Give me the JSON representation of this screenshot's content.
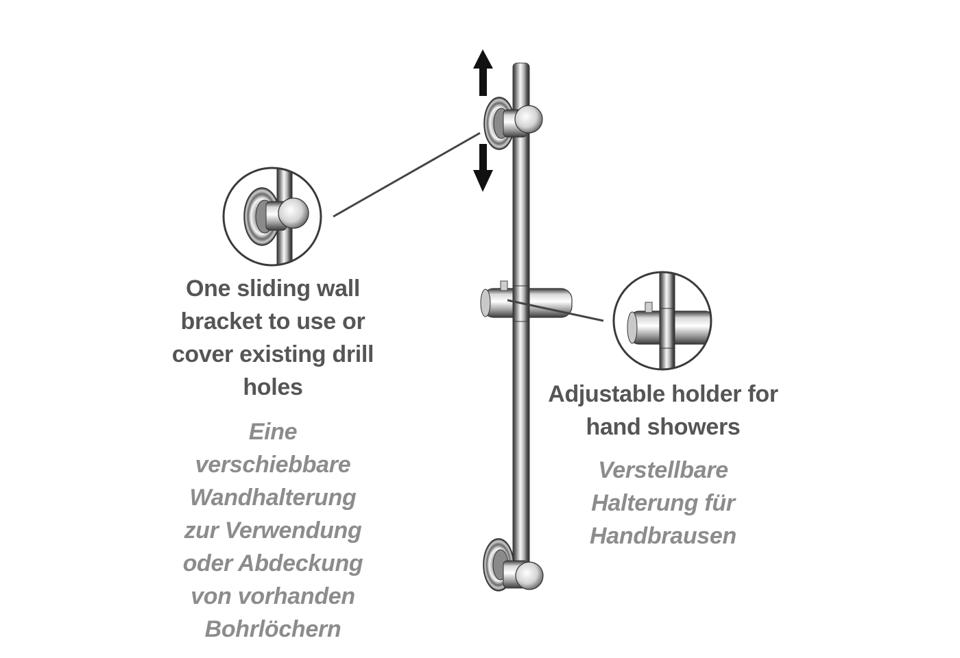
{
  "bracket_callout": {
    "english_lines": [
      "One sliding wall",
      "bracket to use or",
      "cover existing drill",
      "holes"
    ],
    "german_lines": [
      "Eine",
      "verschiebbare",
      "Wandhalterung",
      "zur Verwendung",
      "oder Abdeckung",
      "von vorhanden",
      "Bohrlöchern"
    ]
  },
  "holder_callout": {
    "english_lines": [
      "Adjustable holder for",
      "hand showers"
    ],
    "german_lines": [
      "Verstellbare",
      "Halterung für",
      "Handbrausen"
    ]
  },
  "colors": {
    "english_text": "#555555",
    "german_text": "#8c8c8c",
    "chrome_dark": "#3a3a3a",
    "chrome_light": "#f2f2f2",
    "arrow": "#111111",
    "callout_line": "#444444"
  },
  "icons": [
    "up-arrow-icon",
    "down-arrow-icon"
  ]
}
